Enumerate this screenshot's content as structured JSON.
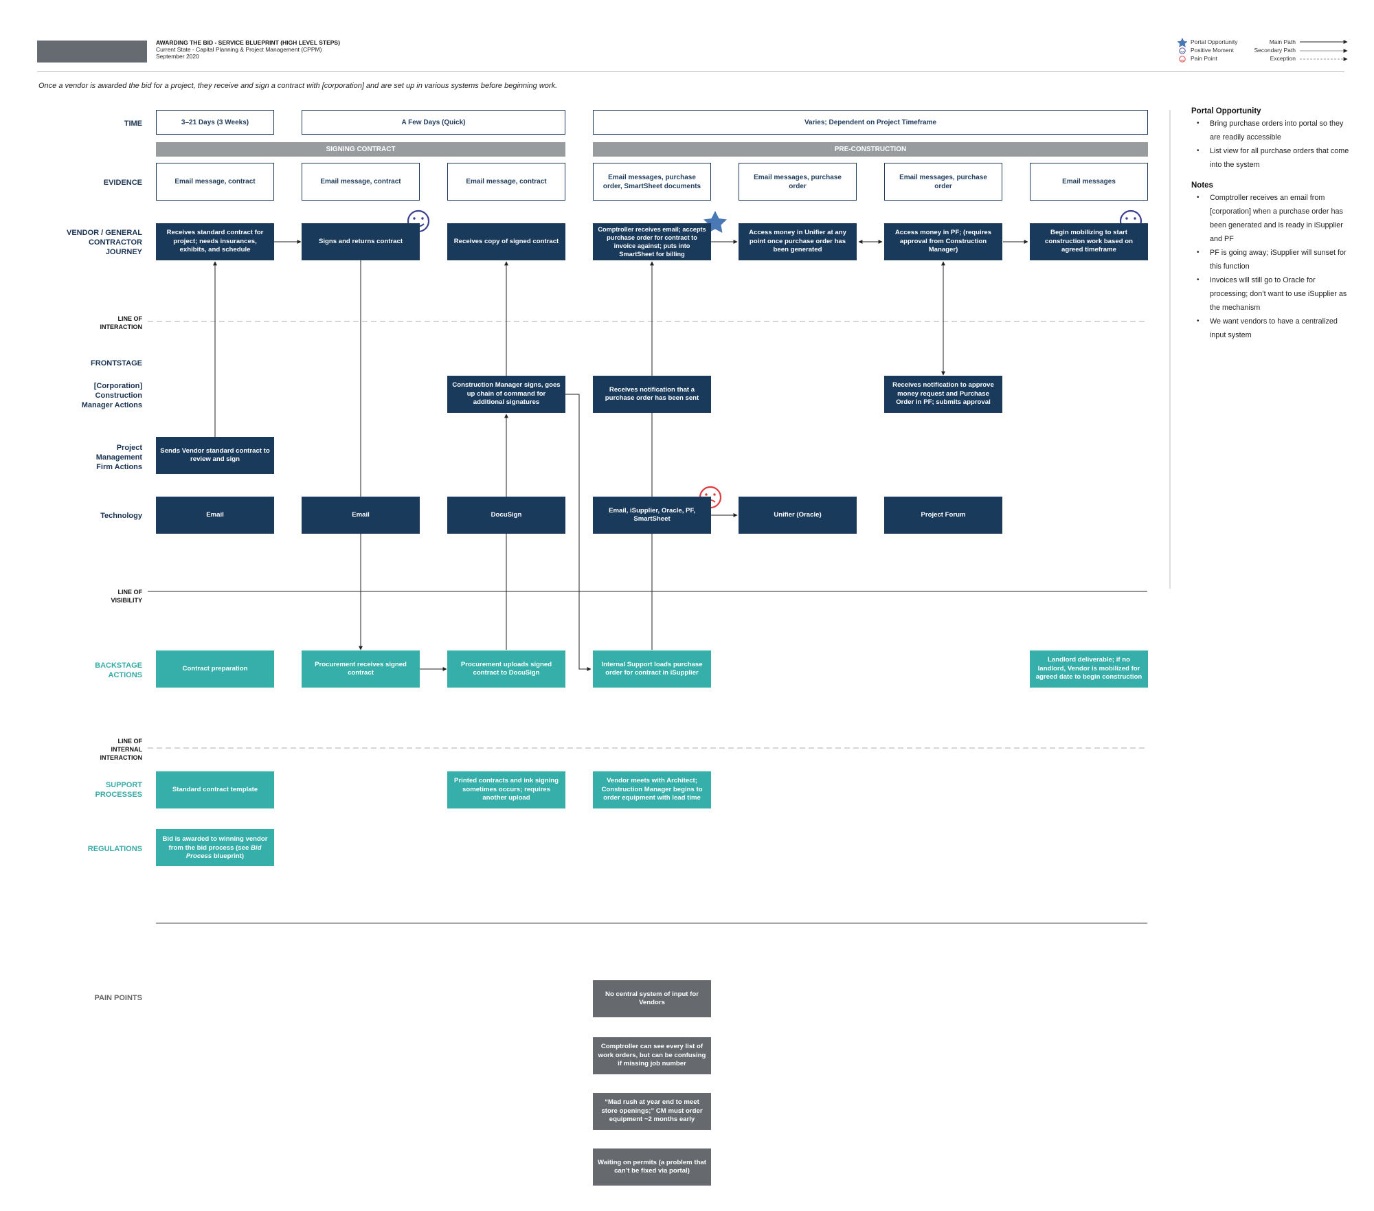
{
  "header": {
    "title": "AWARDING THE BID - SERVICE BLUEPRINT (HIGH LEVEL STEPS)",
    "subtitle": "Current State - Capital Planning & Project Management (CPPM)",
    "date": "September 2020"
  },
  "legend": {
    "portal_opportunity": "Portal Opportunity",
    "positive_moment": "Positive Moment",
    "pain_point": "Pain Point",
    "main_path": "Main Path",
    "secondary_path": "Secondary Path",
    "exception": "Exception"
  },
  "intro": "Once a vendor is awarded the bid for a project, they receive and sign a contract with [corporation] and are set up in various systems before beginning work.",
  "rows": {
    "time": "TIME",
    "evidence": "EVIDENCE",
    "vendor_l1": "VENDOR / GENERAL",
    "vendor_l2": "CONTRACTOR",
    "vendor_l3": "JOURNEY",
    "loi_l1": "LINE OF",
    "loi_l2": "INTERACTION",
    "frontstage": "FRONTSTAGE",
    "corp_l1": "[Corporation]",
    "corp_l2": "Construction",
    "corp_l3": "Manager Actions",
    "pm_l1": "Project",
    "pm_l2": "Management",
    "pm_l3": "Firm Actions",
    "technology": "Technology",
    "lov_l1": "LINE OF",
    "lov_l2": "VISIBILITY",
    "back_l1": "BACKSTAGE",
    "back_l2": "ACTIONS",
    "loii_l1": "LINE OF",
    "loii_l2": "INTERNAL",
    "loii_l3": "INTERACTION",
    "support_l1": "SUPPORT",
    "support_l2": "PROCESSES",
    "regulations": "REGULATIONS",
    "pain_points": "PAIN POINTS"
  },
  "time": [
    "3–21 Days (3 Weeks)",
    "A Few Days (Quick)",
    "Varies; Dependent on Project Timeframe"
  ],
  "phases": [
    "SIGNING CONTRACT",
    "PRE-CONSTRUCTION"
  ],
  "evidence": [
    "Email message, contract",
    "Email message, contract",
    "Email message, contract",
    "Email messages, purchase order, SmartSheet documents",
    "Email messages, purchase order",
    "Email messages, purchase order",
    "Email messages"
  ],
  "journey": [
    "Receives standard contract for project; needs insurances, exhibits, and schedule",
    "Signs and returns contract",
    "Receives copy of signed contract",
    "Comptroller receives email; accepts purchase order for contract to invoice against; puts into SmartSheet for billing",
    "Access money in Unifier at any point once purchase order has been generated",
    "Access money in PF; (requires approval from Construction Manager)",
    "Begin mobilizing to start construction work based on agreed timeframe"
  ],
  "corp_actions": {
    "c3": "Construction Manager signs, goes up chain of command for additional signatures",
    "c4": "Receives notification that a purchase order has been sent",
    "c6": "Receives notification to approve money request and Purchase Order in PF; submits approval"
  },
  "pm_actions": {
    "c1": "Sends Vendor standard contract to review and sign"
  },
  "technology": [
    "Email",
    "Email",
    "DocuSign",
    "Email, iSupplier, Oracle, PF, SmartSheet",
    "Unifier (Oracle)",
    "Project Forum"
  ],
  "backstage": {
    "c1": "Contract preparation",
    "c2": "Procurement receives signed contract",
    "c3": "Procurement uploads signed contract to DocuSign",
    "c4": "Internal Support loads purchase order for contract in iSupplier",
    "c7": "Landlord deliverable; if no landlord, Vendor is mobilized for agreed date to begin construction"
  },
  "support": {
    "c1": "Standard contract template",
    "c3": "Printed contracts and ink signing sometimes occurs; requires another upload",
    "c4": "Vendor meets with Architect; Construction Manager begins to order equipment with lead time"
  },
  "regulations": {
    "c1_a": "Bid is awarded to winning vendor from the bid process",
    "c1_b": "(see ",
    "c1_c": "Bid Process",
    "c1_d": " blueprint)"
  },
  "pain_points": [
    "No central system of input for Vendors",
    "Comptroller can see every list of work orders, but can be confusing if missing job number",
    "“Mad rush at year end to meet store openings;” CM must order equipment ~2 months early",
    "Waiting on permits (a problem that can’t be fixed via portal)"
  ],
  "sidebar": {
    "portal_heading": "Portal Opportunity",
    "portal_items": [
      "Bring purchase orders into portal so they are readily accessible",
      "List view for all purchase orders that come into the system"
    ],
    "notes_heading": "Notes",
    "notes_items": [
      "Comptroller receives an email from [corporation] when a purchase order has been generated and is ready in iSupplier and PF",
      "PF is going away; iSupplier will sunset for this function",
      "Invoices will still go to Oracle for processing; don’t want to use iSupplier as the mechanism",
      "We want vendors to have a centralized input system"
    ]
  },
  "colors": {
    "navy": "#1a3a5c",
    "teal": "#36aeaa",
    "gray": "#666a6e",
    "phase": "#999c9f",
    "star": "#4a78b5",
    "positive": "#3a3f8f",
    "pain": "#e0393e"
  },
  "icons": {
    "portal": "star-icon",
    "positive": "smiley-icon",
    "pain": "frown-icon"
  }
}
